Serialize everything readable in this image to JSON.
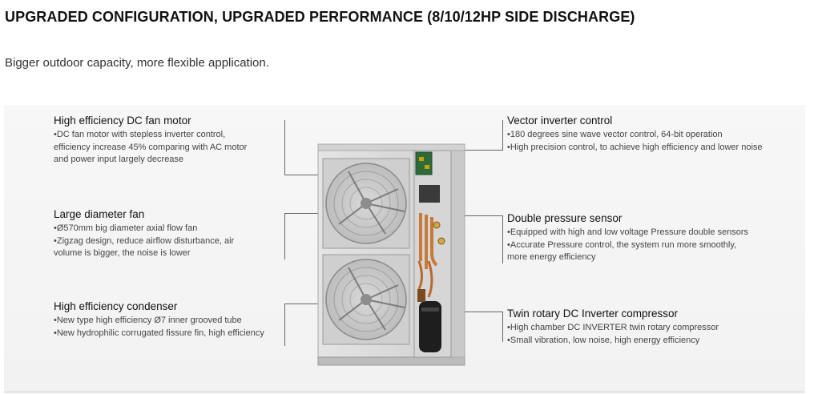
{
  "page": {
    "title": "UPGRADED CONFIGURATION, UPGRADED PERFORMANCE (8/10/12HP SIDE DISCHARGE)",
    "subtitle": "Bigger outdoor capacity, more flexible application."
  },
  "features_left": [
    {
      "heading": "High efficiency DC fan motor",
      "lines": [
        "•DC fan motor with stepless inverter control,",
        "efficiency increase 45% comparing with AC motor",
        "and power input largely decrease"
      ]
    },
    {
      "heading": "Large diameter fan",
      "lines": [
        "•Ø570mm big diameter axial flow fan",
        "•Zigzag design, reduce airflow disturbance, air",
        "volume is bigger, the noise is lower"
      ]
    },
    {
      "heading": "High efficiency condenser",
      "lines": [
        "•New type  high efficiency Ø7 inner  grooved tube",
        "•New hydrophilic  corrugated fissure fin, high efficiency"
      ]
    }
  ],
  "features_right": [
    {
      "heading": "Vector inverter control",
      "lines": [
        "•180 degrees sine wave vector control, 64-bit operation",
        "•High precision control, to achieve high efficiency and lower noise"
      ]
    },
    {
      "heading": "Double pressure sensor",
      "lines": [
        "•Equipped with high and low voltage Pressure double sensors",
        " •Accurate Pressure control, the system run more smoothly,",
        "more energy efficiency"
      ]
    },
    {
      "heading": "Twin rotary DC Inverter compressor",
      "lines": [
        "•High chamber DC INVERTER twin rotary compressor",
        "•Small vibration, low noise, high energy efficiency"
      ]
    }
  ],
  "colors": {
    "background": "#ffffff",
    "panel": "#f4f4f4",
    "text": "#111111",
    "body_text": "#444444",
    "leader_line": "#666666"
  },
  "image": {
    "subject": "outdoor-unit-cutaway"
  }
}
